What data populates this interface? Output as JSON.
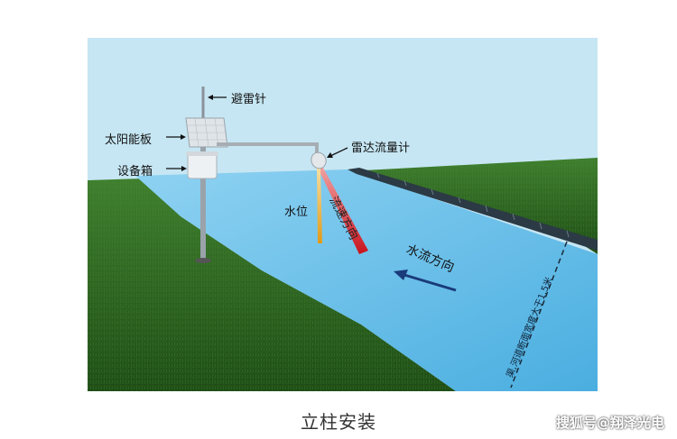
{
  "labels": {
    "lightning_rod": "避雷针",
    "solar_panel": "太阳能板",
    "equipment_box": "设备箱",
    "radar_flowmeter": "雷达流量计",
    "water_level": "水位",
    "flow_velocity_direction": "流速方向",
    "water_flow_direction": "水流方向",
    "channel_note": "渠,河道断面宽度大于1.5米"
  },
  "caption": "立柱安装",
  "watermark": "搜狐号@翔泽光电",
  "colors": {
    "sky": "#c6e6f3",
    "water": "#55b9e8",
    "grass": "#2f6b22",
    "bank_tiles": "#2b3a44",
    "arrow": "#1a3a7a",
    "velocity_beam": "#c8141e",
    "level_beam": "#e8a020"
  }
}
